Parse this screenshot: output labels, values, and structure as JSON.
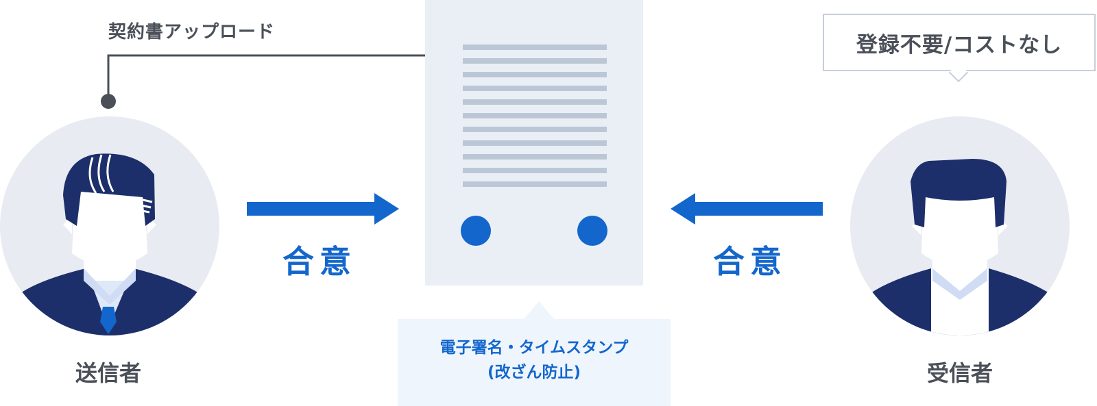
{
  "upload_label": "契約書アップロード",
  "bubble_text": "登録不要/コストなし",
  "agree_left": "合意",
  "agree_right": "合意",
  "sender_label": "送信者",
  "receiver_label": "受信者",
  "info": {
    "line1": "電子署名・タイムスタンプ",
    "line2": "(改ざん防止)"
  },
  "colors": {
    "accent_blue": "#1366cc",
    "navy": "#1d2f6a",
    "text_gray": "#4a4f58",
    "doc_bg": "#eaeff6",
    "doc_line": "#bcc7d6",
    "avatar_bg": "#e8ebf2",
    "info_bg": "#eef5fd"
  }
}
